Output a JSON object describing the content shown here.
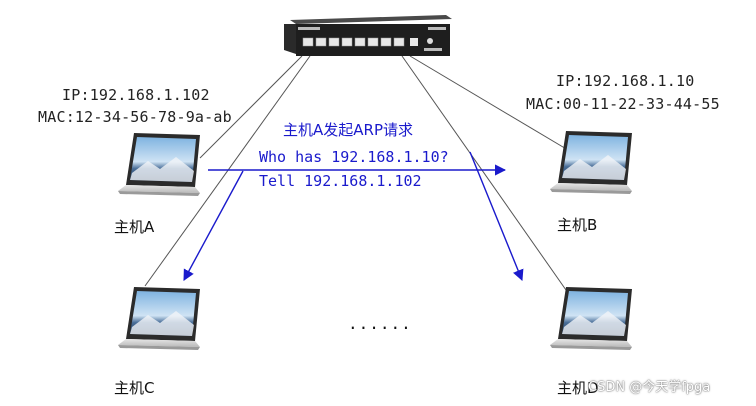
{
  "host_a": {
    "ip": "IP:192.168.1.102",
    "mac": "MAC:12-34-56-78-9a-ab",
    "name": "主机A"
  },
  "host_b": {
    "ip": "IP:192.168.1.10",
    "mac": "MAC:00-11-22-33-44-55",
    "name": "主机B"
  },
  "host_c": {
    "name": "主机C"
  },
  "host_d": {
    "name": "主机D"
  },
  "arp": {
    "title": "主机A发起ARP请求",
    "line1": "Who has 192.168.1.10?",
    "line2": "Tell 192.168.1.102"
  },
  "ellipsis": "......",
  "watermark": "CSDN @今天学fpga",
  "colors": {
    "arrow": "#1a1acc",
    "cable": "#555555"
  }
}
